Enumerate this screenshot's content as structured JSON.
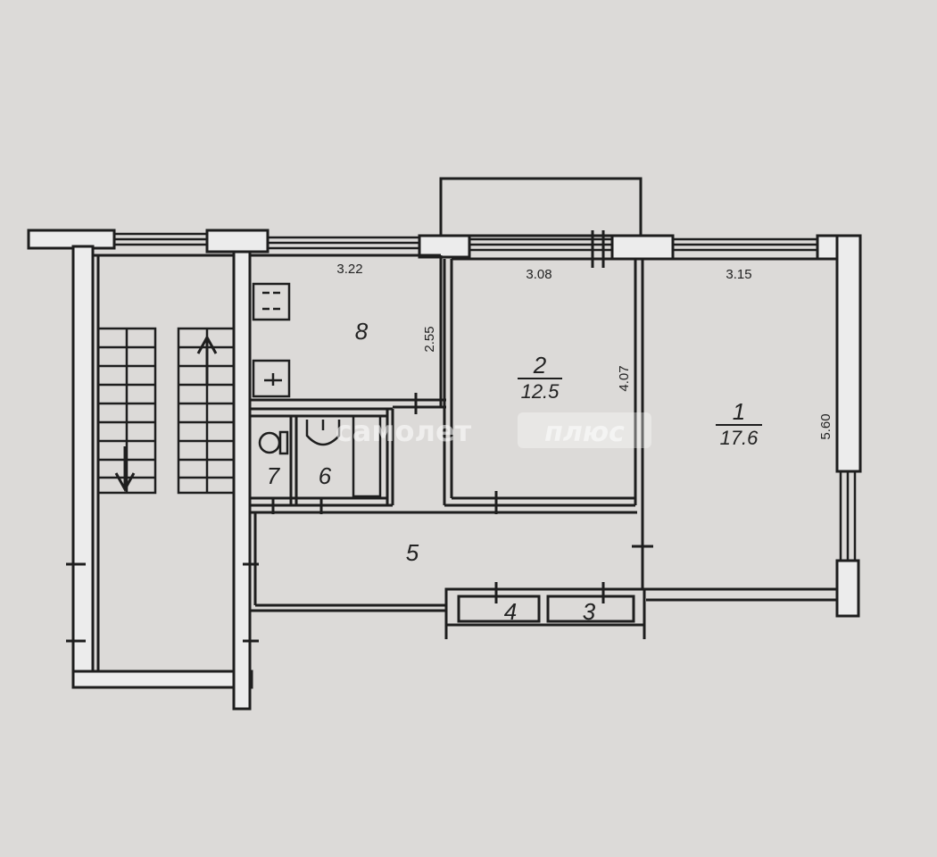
{
  "rooms": [
    {
      "id": "1",
      "area": "17.6"
    },
    {
      "id": "2",
      "area": "12.5"
    },
    {
      "id": "3"
    },
    {
      "id": "4"
    },
    {
      "id": "5"
    },
    {
      "id": "6"
    },
    {
      "id": "7"
    },
    {
      "id": "8"
    }
  ],
  "dimensions": {
    "room8_width": "3.22",
    "room8_depth": "2.55",
    "room2_width": "3.08",
    "room2_depth": "4.07",
    "room1_width": "3.15",
    "room1_depth": "5.60"
  },
  "watermark": {
    "text1": "самолет",
    "text2": "плюс"
  },
  "colors": {
    "background": "#dcdad8",
    "wall_fill": "#ececec",
    "line": "#1e1e1e"
  },
  "icons": [
    "stairs-up-arrow-icon",
    "stairs-down-arrow-icon",
    "toilet-icon",
    "sink-icon",
    "bathtub-icon",
    "stove-icon",
    "kitchen-sink-icon"
  ]
}
